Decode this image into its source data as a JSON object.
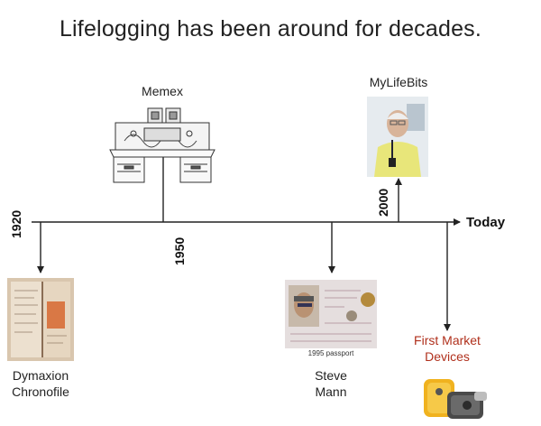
{
  "title": "Lifelogging has been around for decades.",
  "timeline": {
    "end_label": "Today",
    "years": [
      "1920",
      "1950",
      "2000"
    ]
  },
  "events": {
    "memex": {
      "label": "Memex"
    },
    "mylifebits": {
      "label": "MyLifeBits"
    },
    "dymaxion": {
      "line1": "Dymaxion",
      "line2": "Chronofile"
    },
    "steve_mann": {
      "line1": "Steve",
      "line2": "Mann",
      "photo_caption": "1995 passport"
    },
    "first_market": {
      "line1": "First Market",
      "line2": "Devices",
      "color": "#b0301c"
    }
  }
}
